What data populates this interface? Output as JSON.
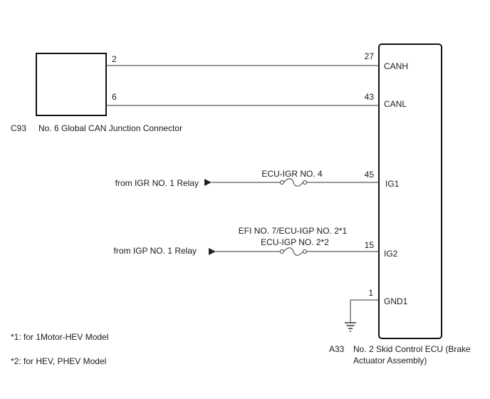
{
  "junction_connector": {
    "code": "C93",
    "name": "No. 6 Global CAN Junction Connector",
    "pins": [
      "2",
      "6"
    ]
  },
  "ecu": {
    "code": "A33",
    "name_line1": "No. 2 Skid Control ECU (Brake",
    "name_line2": "Actuator Assembly)",
    "terminals": [
      {
        "pin": "27",
        "name": "CANH"
      },
      {
        "pin": "43",
        "name": "CANL"
      },
      {
        "pin": "45",
        "name": "IG1"
      },
      {
        "pin": "15",
        "name": "IG2"
      },
      {
        "pin": "1",
        "name": "GND1"
      }
    ]
  },
  "sources": {
    "igr": "from IGR NO. 1 Relay",
    "igp": "from IGP NO. 1 Relay"
  },
  "fuses": {
    "igr": "ECU-IGR NO. 4",
    "igp_line1": "EFI NO. 7/ECU-IGP NO. 2*1",
    "igp_line2": "ECU-IGP NO. 2*2"
  },
  "notes": [
    "*1: for 1Motor-HEV Model",
    "*2: for HEV, PHEV Model"
  ]
}
